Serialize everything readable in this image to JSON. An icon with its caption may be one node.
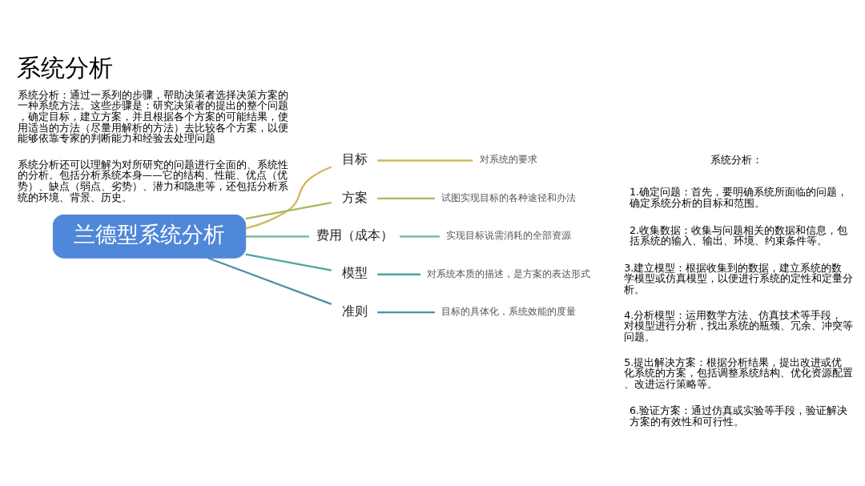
{
  "diagram": {
    "title": "系统分析",
    "nodes": [
      {
        "text": [
          "兰德型系统分析"
        ]
      },
      {
        "text": [
          "目标"
        ]
      },
      {
        "text": [
          "对系统的要求"
        ]
      },
      {
        "text": [
          "方案"
        ]
      },
      {
        "text": [
          "试图实现目标的各种途径和办法"
        ]
      },
      {
        "text": [
          "费用（成本）"
        ]
      },
      {
        "text": [
          "实现目标说需消耗的全部资源"
        ]
      },
      {
        "text": [
          "模型"
        ]
      },
      {
        "text": [
          "对系统本质的描述，是方案的表达形式"
        ]
      },
      {
        "text": [
          "准则"
        ]
      },
      {
        "text": [
          "目标的具体化，系统效能的度量"
        ]
      }
    ],
    "edges": [
      {
        "from": 0,
        "to": 1,
        "arrow": "none",
        "color": "#d2b65a"
      },
      {
        "from": 0,
        "to": 3,
        "arrow": "none",
        "color": "#a9b95c"
      },
      {
        "from": 0,
        "to": 5,
        "arrow": "none",
        "color": "#6ab88c"
      },
      {
        "from": 0,
        "to": 7,
        "arrow": "none",
        "color": "#4ba69c"
      },
      {
        "from": 0,
        "to": 9,
        "arrow": "none",
        "color": "#4a8fa8"
      },
      {
        "from": 1,
        "to": 2,
        "arrow": "none",
        "color": "#d2b65a"
      },
      {
        "from": 3,
        "to": 4,
        "arrow": "none",
        "color": "#a9b95c"
      },
      {
        "from": 5,
        "to": 6,
        "arrow": "none",
        "color": "#6ab88c"
      },
      {
        "from": 7,
        "to": 8,
        "arrow": "none",
        "color": "#4ba69c"
      },
      {
        "from": 9,
        "to": 10,
        "arrow": "none",
        "color": "#4a8fa8"
      }
    ],
    "labels": [
      "系统分析：通过一系列的步骤，帮助决策者选择决策方案的一种系统方法。这些步骤是：研究决策者的提出的整个问题，确定目标，建立方案，并且根据各个方案的可能结果，使用适当的方法（尽量用解析的方法）去比较各个方案，以便能够依靠专家的判断能力和经验去处理问题",
      "系统分析还可以理解为对所研究的问题进行全面的、系统性的分析。包括分析系统本身——它的结构、性能、优点（优势）、缺点（弱点、劣势）、潜力和隐患等，还包括分析系统的环境、背景、历史。",
      "系统分析：",
      "1.确定问题：首先，要明确系统所面临的问题，确定系统分析的目标和范围。",
      "2.收集数据：收集与问题相关的数据和信息，包括系统的输入、输出、环境、约束条件等。",
      "3.建立模型：根据收集到的数据，建立系统的数学模型或仿真模型，以便进行系统的定性和定量分析。",
      "4.分析模型：运用数学方法、仿真技术等手段，对模型进行分析，找出系统的瓶颈、冗余、冲突等问题。",
      "5.提出解决方案：根据分析结果，提出改进或优化系统的方案，包括调整系统结构、优化资源配置、改进运行策略等。",
      "6.验证方案：通过仿真或实验等手段，验证解决方案的有效性和可行性。"
    ]
  }
}
